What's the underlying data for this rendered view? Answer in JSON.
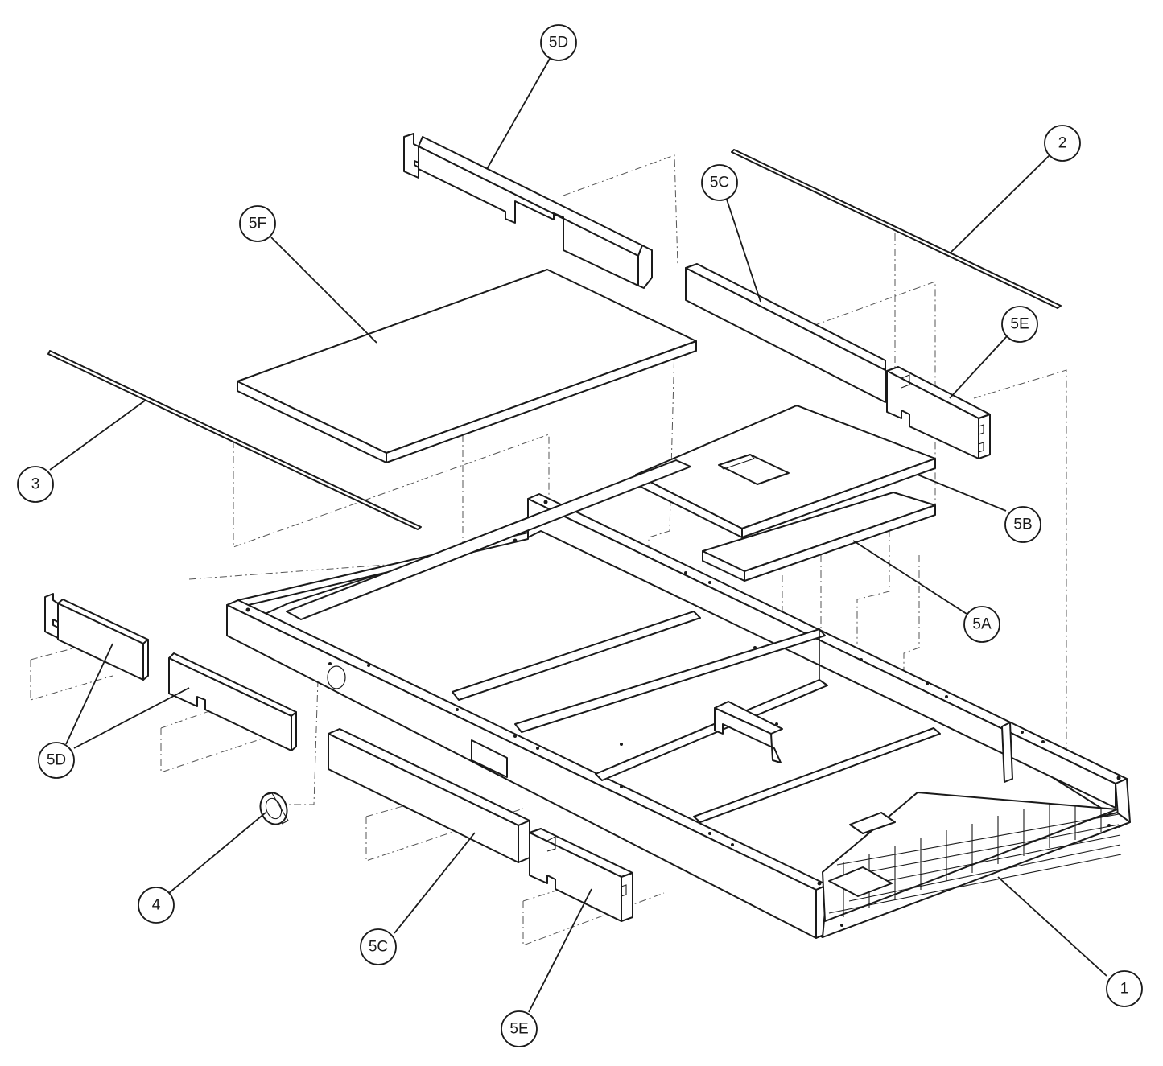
{
  "callouts": [
    {
      "id": "c-5d-top",
      "text": "5D"
    },
    {
      "id": "c-2",
      "text": "2"
    },
    {
      "id": "c-5c-top",
      "text": "5C"
    },
    {
      "id": "c-5f",
      "text": "5F"
    },
    {
      "id": "c-5e-top",
      "text": "5E"
    },
    {
      "id": "c-3",
      "text": "3"
    },
    {
      "id": "c-5b",
      "text": "5B"
    },
    {
      "id": "c-5a",
      "text": "5A"
    },
    {
      "id": "c-5d-left",
      "text": "5D"
    },
    {
      "id": "c-4",
      "text": "4"
    },
    {
      "id": "c-5c-bottom",
      "text": "5C"
    },
    {
      "id": "c-1",
      "text": "1"
    },
    {
      "id": "c-5e-bottom",
      "text": "5E"
    }
  ]
}
